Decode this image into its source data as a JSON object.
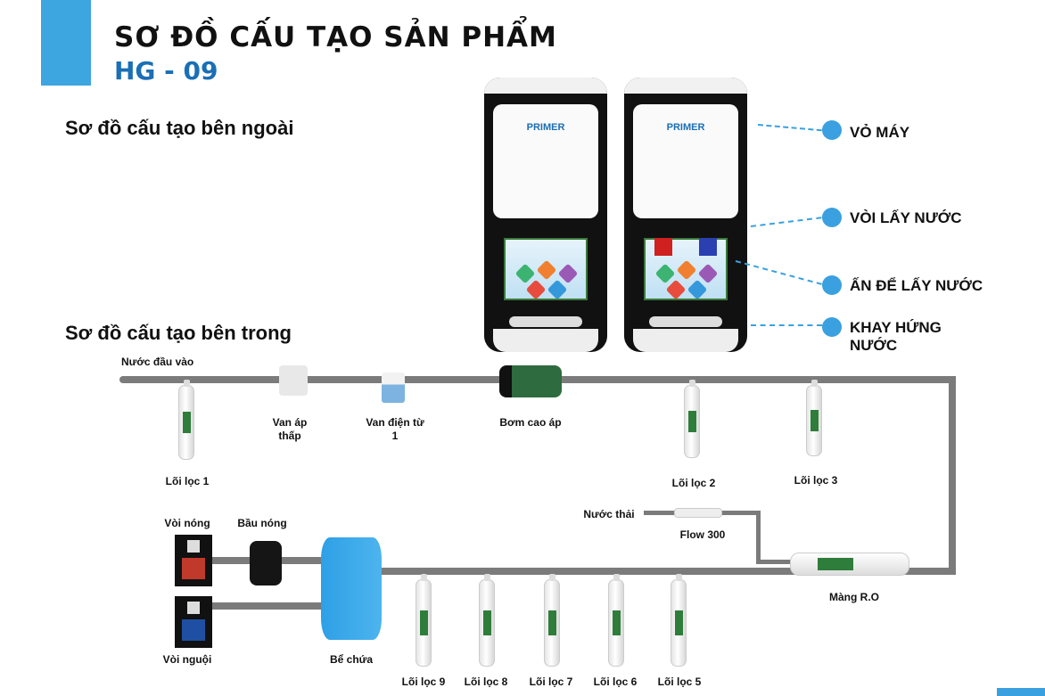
{
  "header": {
    "title": "SƠ ĐỒ CẤU TẠO SẢN PHẨM",
    "model": "HG - 09"
  },
  "sections": {
    "outside": "Sơ đồ cấu tạo bên ngoài",
    "inside": "Sơ đồ cấu tạo bên trong"
  },
  "machine": {
    "brand": "PRIMER"
  },
  "callouts": [
    "VỎ MÁY",
    "VÒI LẤY NƯỚC",
    "ẤN ĐỂ LẤY NƯỚC",
    "KHAY HỨNG NƯỚC"
  ],
  "components": {
    "inlet": "Nước đầu vào",
    "filter1": "Lõi lọc 1",
    "low_valve": "Van áp thấp",
    "solenoid": "Van điện từ 1",
    "pump": "Bơm cao áp",
    "filter2": "Lõi lọc 2",
    "filter3": "Lõi lọc 3",
    "waste": "Nước thải",
    "flow": "Flow 300",
    "ro": "Màng R.O",
    "hot_tap": "Vòi nóng",
    "heater": "Bầu nóng",
    "cold_tap": "Vòi nguội",
    "tank": "Bể chứa",
    "filter9": "Lõi lọc 9",
    "filter8": "Lõi lọc 8",
    "filter7": "Lõi lọc 7",
    "filter6": "Lõi lọc 6",
    "filter5": "Lõi lọc 5"
  },
  "colors": {
    "accent": "#3da5e0",
    "model": "#1a6fb5",
    "pipe": "#7b7b7b",
    "hot": "#c0392b",
    "cold": "#1f4fa3"
  }
}
